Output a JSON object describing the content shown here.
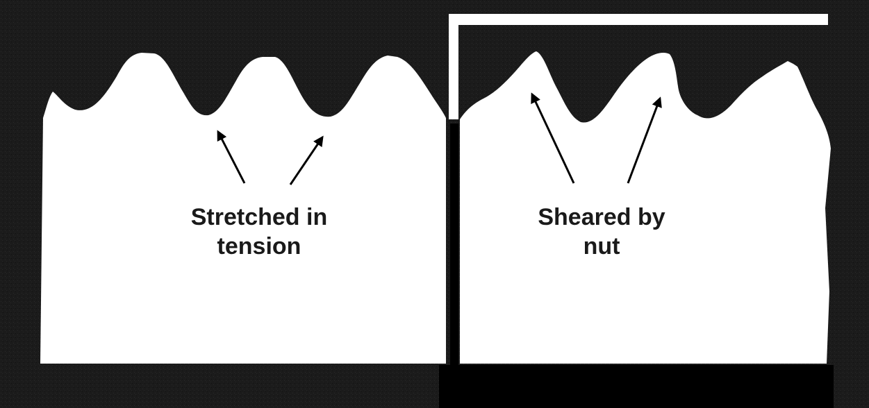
{
  "colors": {
    "background": "#1a1a1a",
    "profile": "#ffffff",
    "ink": "#000000",
    "nut": "#000000"
  },
  "left_panel": {
    "caption_line1": "Stretched in",
    "caption_line2": "tension"
  },
  "right_panel": {
    "caption_line1": "Sheared by",
    "caption_line2": "nut"
  }
}
